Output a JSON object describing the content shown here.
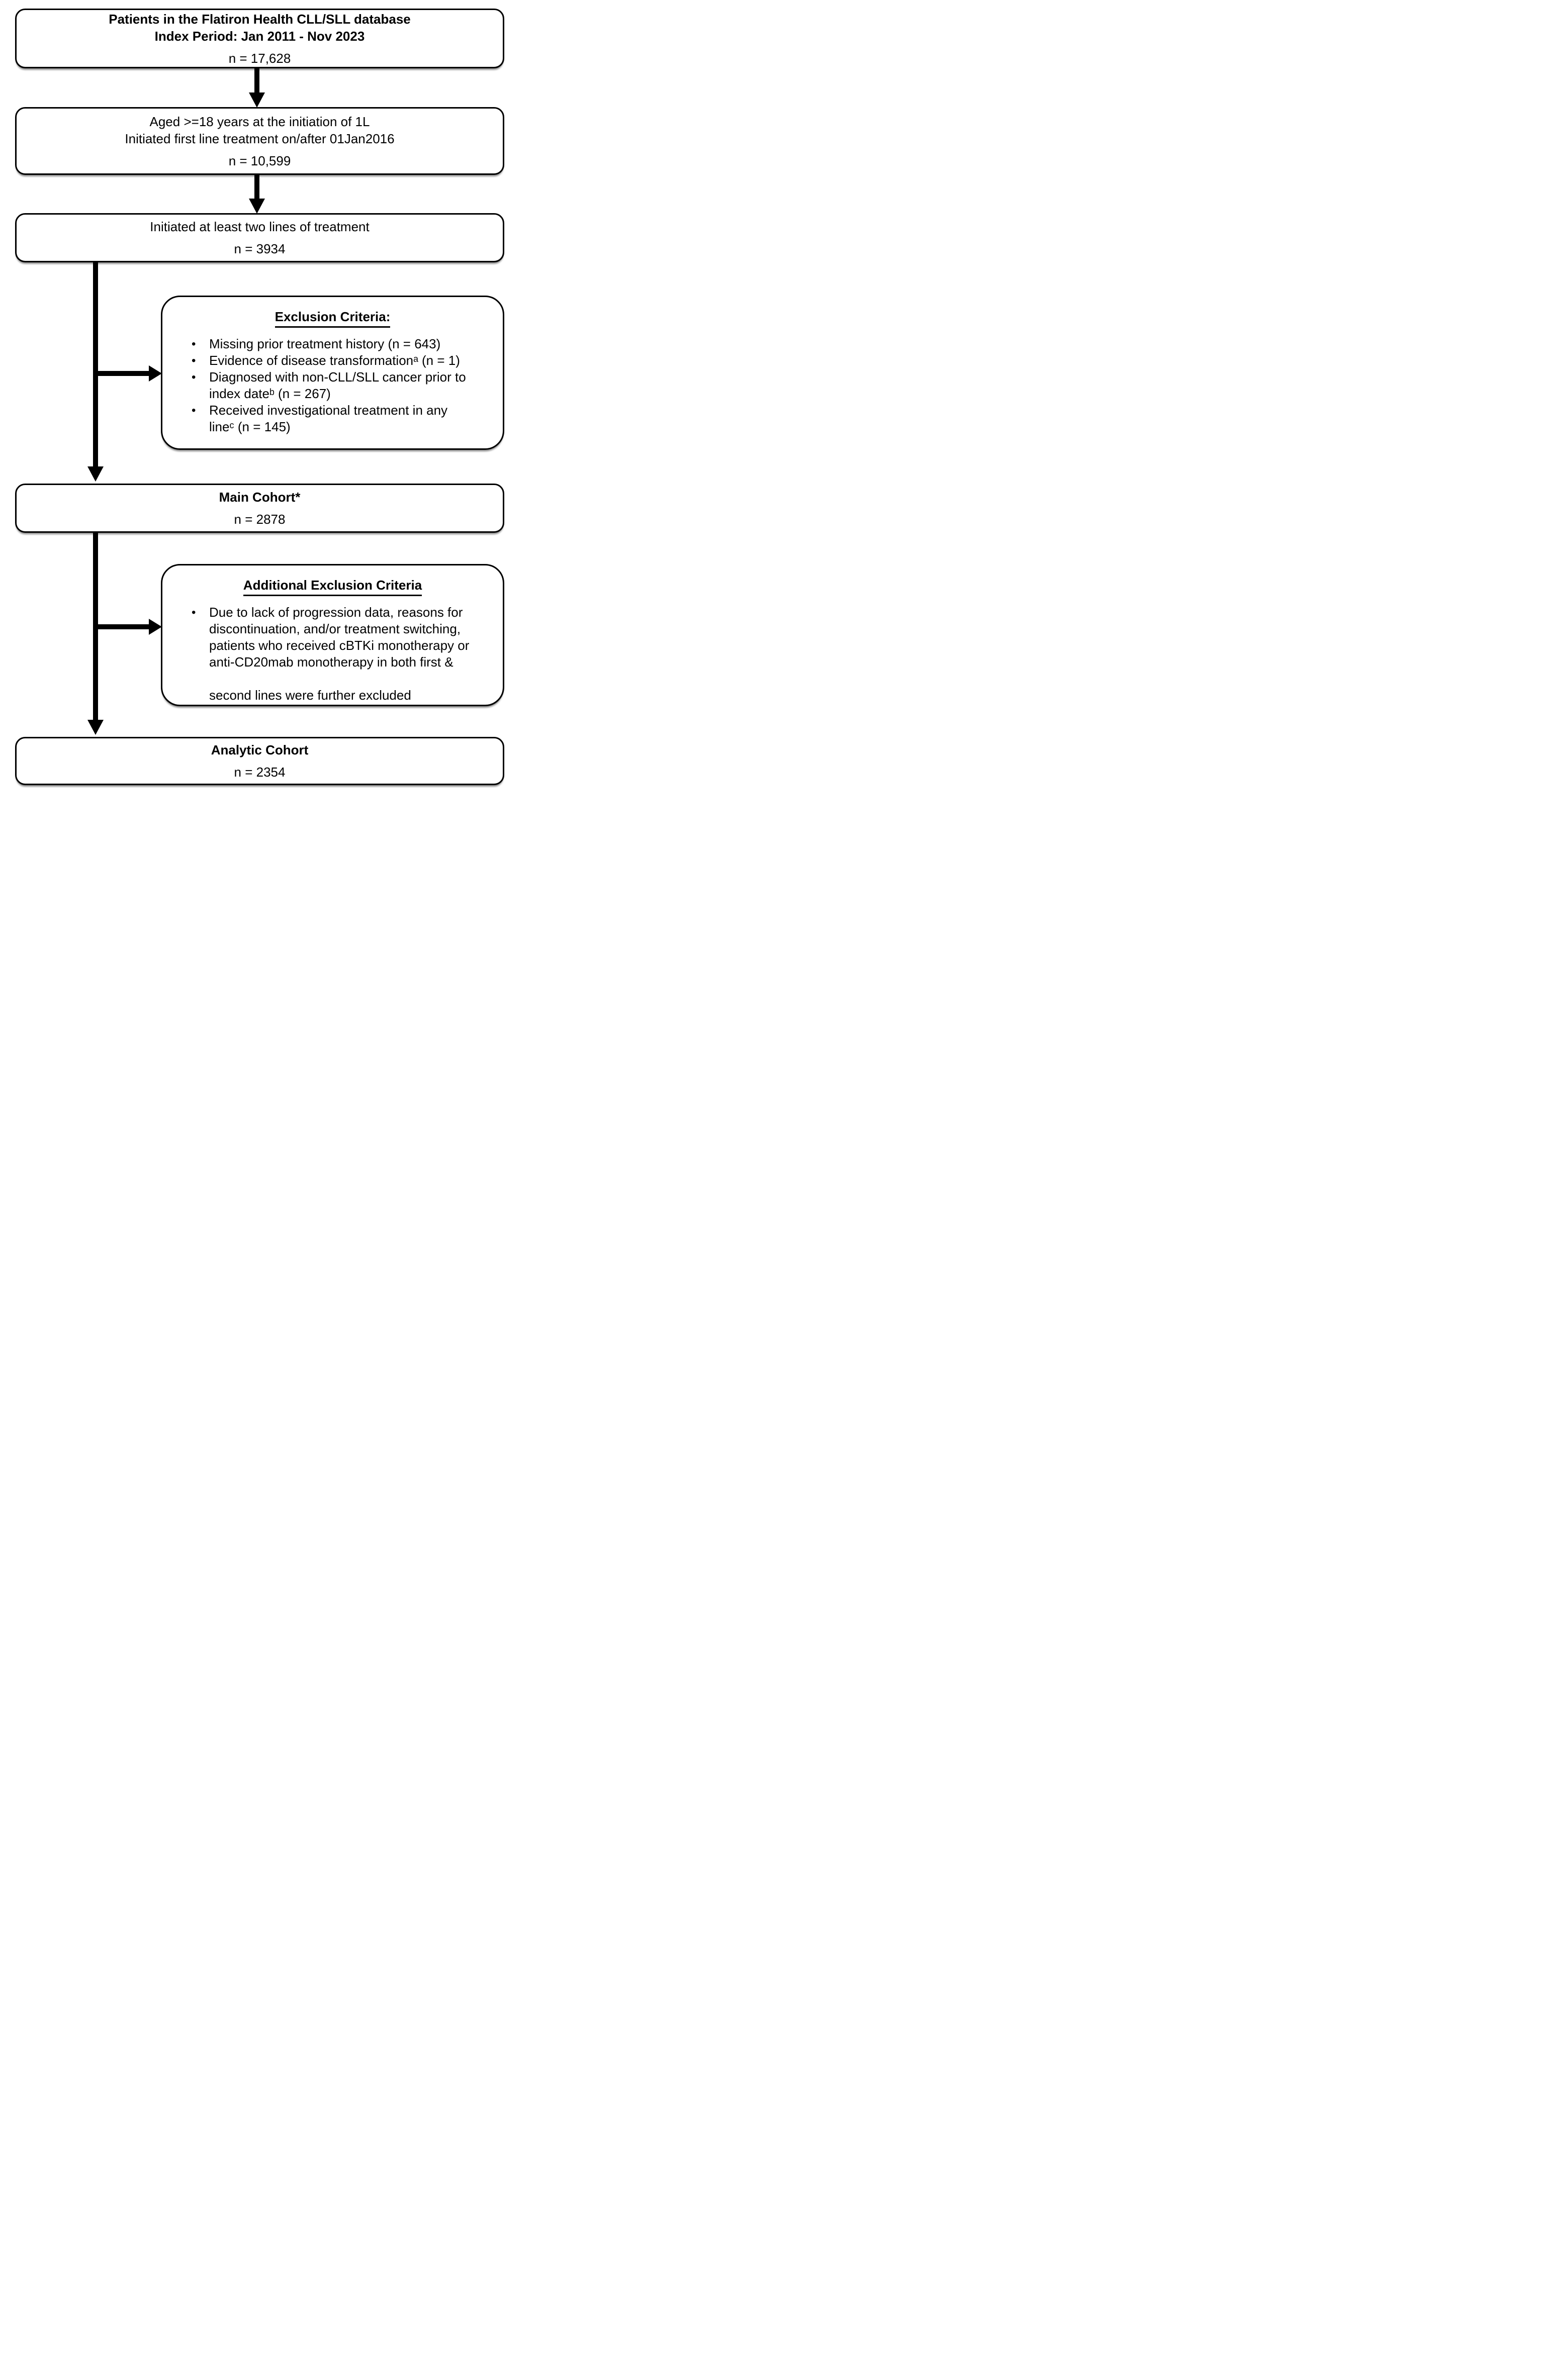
{
  "figure": {
    "background_color": "#ffffff",
    "line_color": "#000000"
  },
  "glyphs": {
    "bullet": "•"
  },
  "boxes": {
    "database": {
      "lines": [
        "Patients in the Flatiron Health CLL/SLL database",
        "Index Period: Jan 2011 - Nov 2023"
      ],
      "n_label": "n = 17,628"
    },
    "aged": {
      "lines": [
        "Aged >=18 years at the initiation of 1L",
        "Initiated first line treatment on/after 01Jan2016"
      ],
      "n_label": "n = 10,599"
    },
    "two_lines": {
      "lines": [
        "Initiated at least two lines of treatment"
      ],
      "n_label": "n = 3934"
    },
    "exclusion": {
      "title": "Exclusion Criteria:",
      "bullets": [
        "Missing prior treatment history (n = 643)",
        "Evidence of disease transformationᵃ (n = 1)",
        "Diagnosed with non-CLL/SLL cancer prior to\nindex dateᵇ (n = 267)",
        "Received investigational treatment in any\nlineᶜ (n = 145)"
      ]
    },
    "main_cohort": {
      "title": "Main Cohort*",
      "n_label": "n = 2878"
    },
    "additional_exclusion": {
      "title": "Additional Exclusion Criteria",
      "bullets": [
        "Due to lack of progression data, reasons for\ndiscontinuation, and/or treatment switching,\npatients who received cBTKi monotherapy or\nanti-CD20mab monotherapy in both first &\n\nsecond lines were further excluded"
      ]
    },
    "analytic_cohort": {
      "title": "Analytic Cohort",
      "n_label": "n = 2354"
    }
  }
}
